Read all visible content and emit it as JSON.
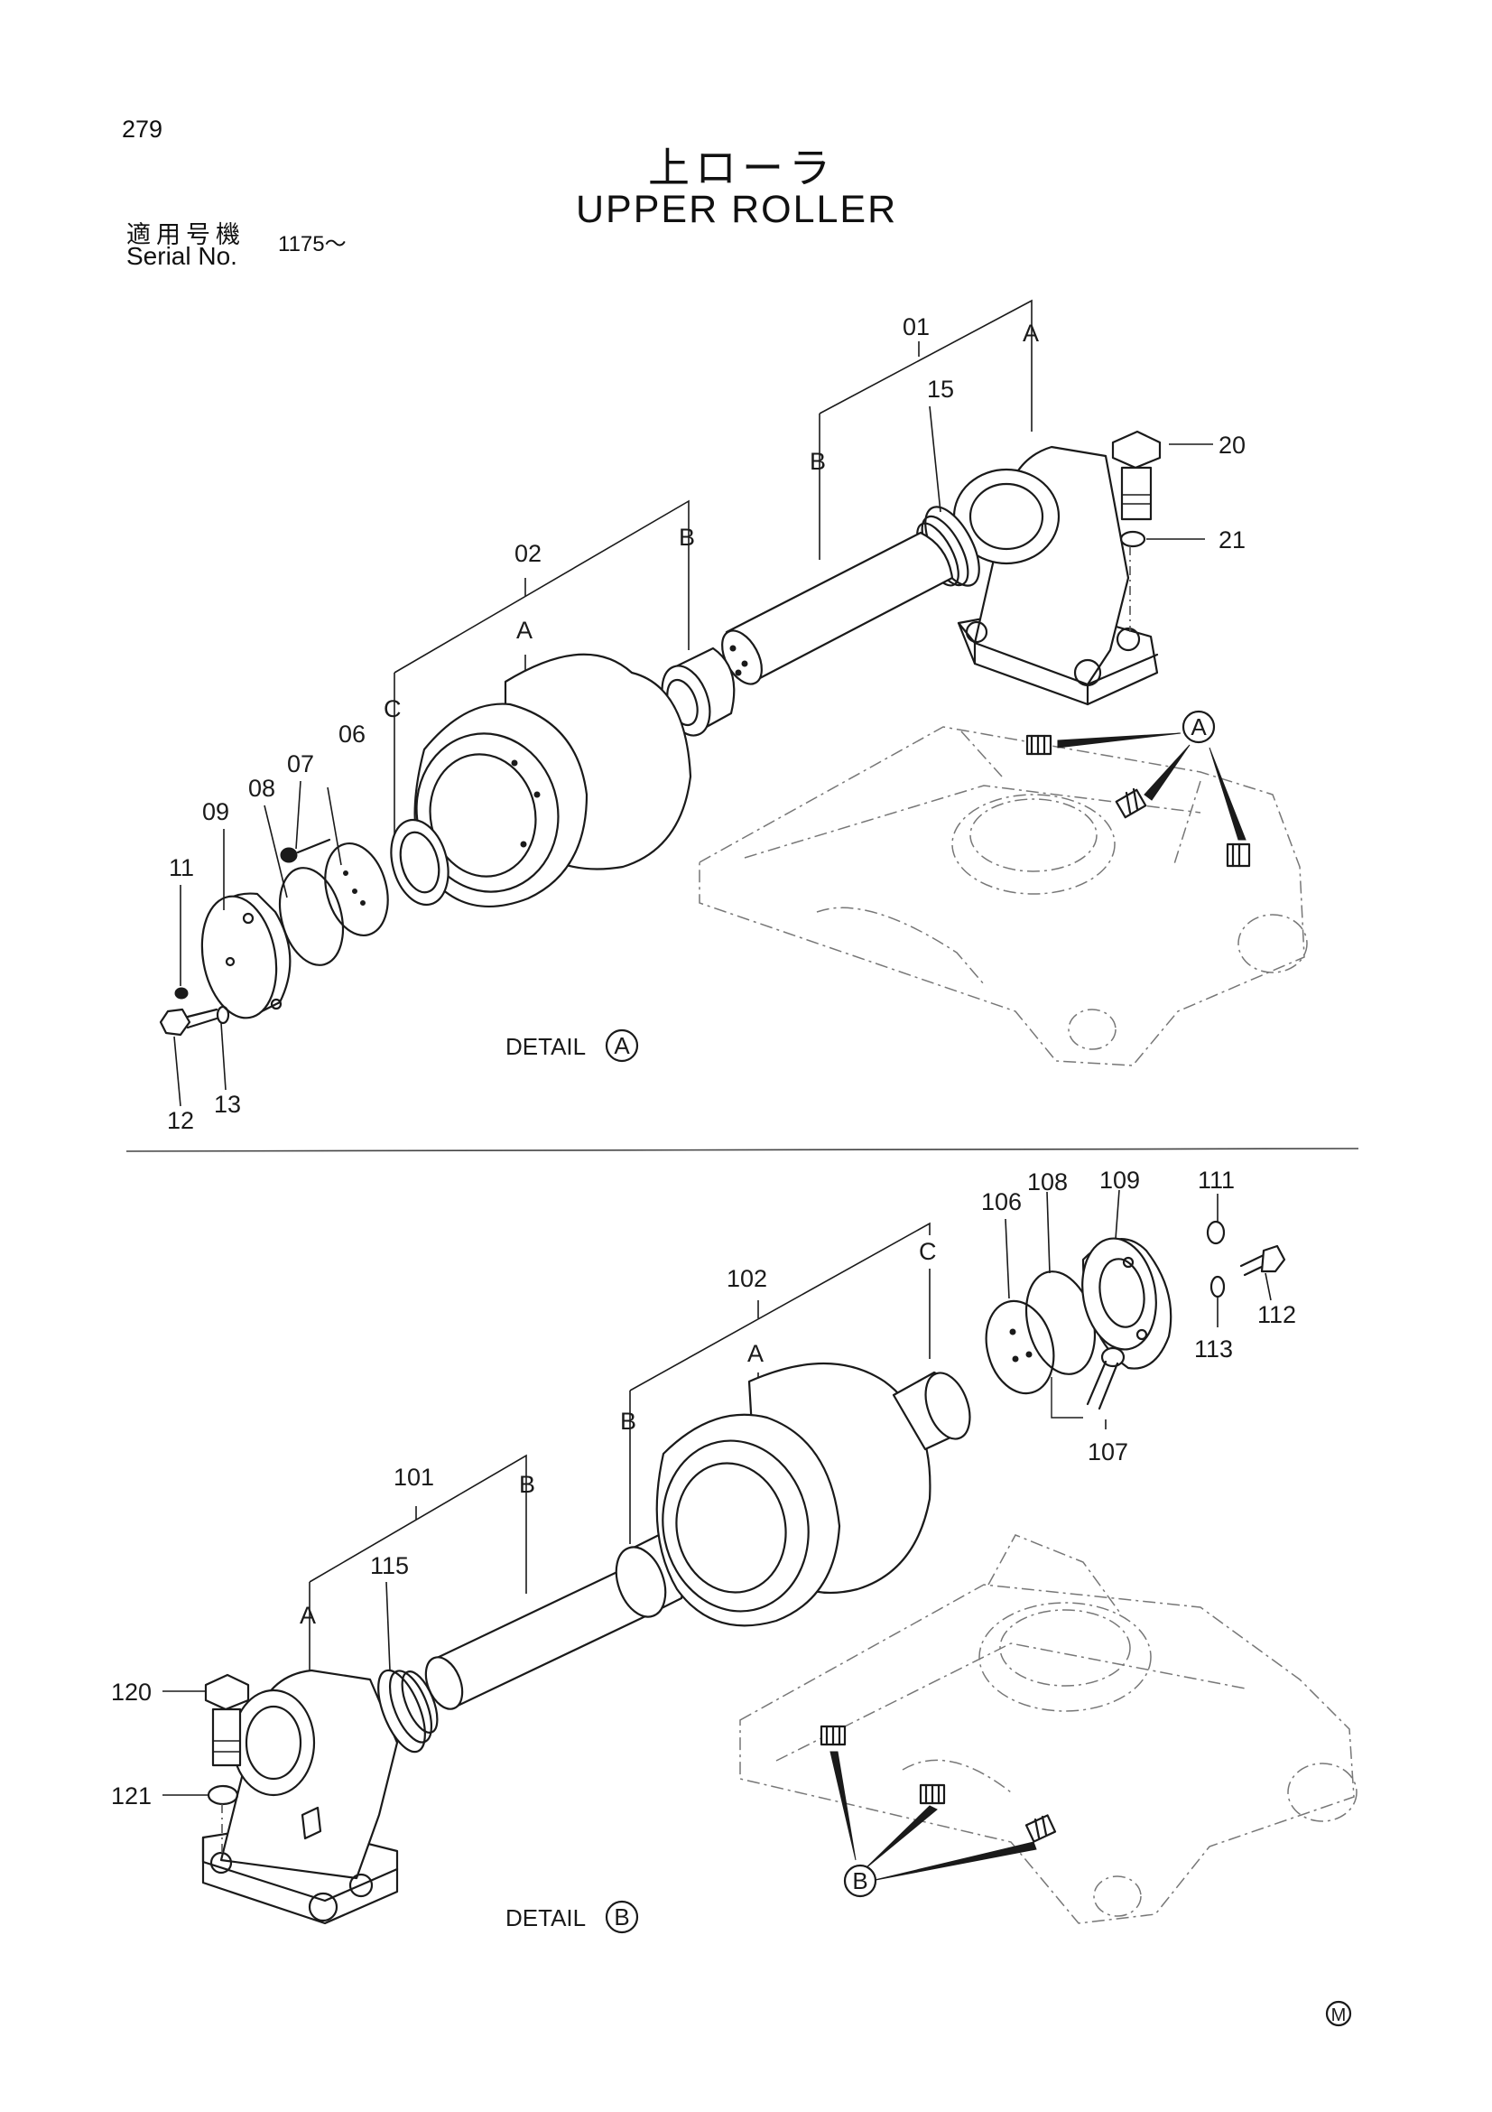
{
  "page_number": "279",
  "title_jp": "上ローラ",
  "title_en": "UPPER ROLLER",
  "serial_label_jp": "適用号機",
  "serial_label_en": "Serial No.",
  "serial_value": "1175～",
  "detail_a": {
    "label": "DETAIL",
    "marker": "A"
  },
  "detail_b": {
    "label": "DETAIL",
    "marker": "B"
  },
  "corner_mark": "M",
  "callouts_a": {
    "01": "01",
    "02": "02",
    "06": "06",
    "07": "07",
    "08": "08",
    "09": "09",
    "11": "11",
    "12": "12",
    "13": "13",
    "15": "15",
    "20": "20",
    "21": "21",
    "A_group01": "A",
    "B_group01": "B",
    "A_group02": "A",
    "B_group02": "B",
    "C_group02": "C",
    "frame_marker": "A"
  },
  "callouts_b": {
    "101": "101",
    "102": "102",
    "106": "106",
    "107": "107",
    "108": "108",
    "109": "109",
    "111": "111",
    "112": "112",
    "113": "113",
    "115": "115",
    "120": "120",
    "121": "121",
    "A_group101": "A",
    "B_group101": "B",
    "A_group102": "A",
    "B_group102": "B",
    "C_group102": "C",
    "frame_marker": "B"
  }
}
